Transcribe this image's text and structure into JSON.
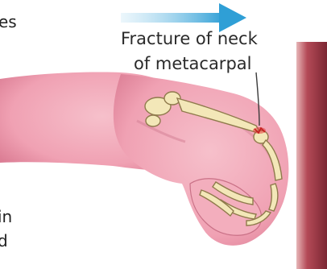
{
  "annotation": {
    "line1": "Fracture of neck",
    "line2": "of metacarpal"
  },
  "edge_text": {
    "top": "es",
    "bottom1": "in",
    "bottom2": "d"
  },
  "colors": {
    "arrow": "#2f9fd6",
    "skin": "#f2a7b6",
    "skin_shadow": "#d97b92",
    "bone": "#f3e7b8",
    "bone_outline": "#8f7a4c",
    "fracture": "#e23b3b",
    "wall": "#8f2f3a"
  }
}
